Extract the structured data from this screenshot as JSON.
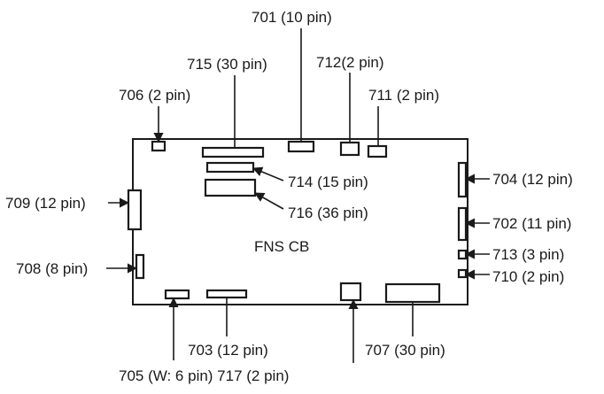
{
  "board": {
    "label": "FNS CB"
  },
  "connectors": {
    "c701": "701 (10 pin)",
    "c715": "715 (30 pin)",
    "c712": "712(2 pin)",
    "c711": "711 (2 pin)",
    "c706": "706 (2 pin)",
    "c714": "714 (15 pin)",
    "c716": "716 (36 pin)",
    "c704": "704 (12 pin)",
    "c709": "709 (12 pin)",
    "c702": "702 (11 pin)",
    "c713": "713 (3 pin)",
    "c708": "708 (8 pin)",
    "c710": "710 (2 pin)",
    "c703": "703 (12 pin)",
    "c707": "707 (30 pin)",
    "c705_717": "705 (W: 6 pin) 717 (2 pin)"
  }
}
